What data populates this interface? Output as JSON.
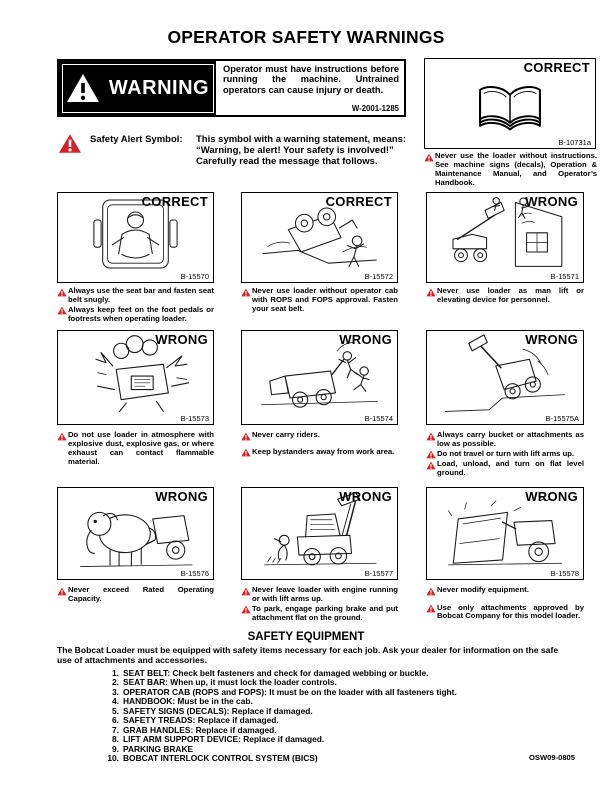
{
  "page": {
    "title": "OPERATOR SAFETY WARNINGS",
    "footer_code": "OSW09-0805"
  },
  "colors": {
    "alert_red": "#d2232a",
    "ink": "#000000"
  },
  "icons": {
    "banner_triangle": "warning-triangle-white",
    "alert_triangle": "warning-triangle-red"
  },
  "warning_banner": {
    "label": "WARNING",
    "text": "Operator must have instructions before running the machine. Untrained operators can cause injury or death.",
    "code": "W-2001-1285"
  },
  "safety_alert": {
    "label": "Safety Alert Symbol:",
    "text": "This symbol with a warning statement, means: “Warning, be alert! Your safety is involved!” Carefully read the message that follows."
  },
  "book_panel": {
    "verdict": "CORRECT",
    "code": "B-10731a",
    "warnings": [
      "Never use the loader without instructions. See machine signs (decals), Operation & Maintenance Manual, and Operator’s Handbook."
    ]
  },
  "panels": [
    {
      "verdict": "CORRECT",
      "code": "B-15570",
      "warnings": [
        "Always use the seat bar and fasten seat belt snugly.",
        "Always keep feet on the foot pedals or footrests when operating loader."
      ]
    },
    {
      "verdict": "CORRECT",
      "code": "B-15572",
      "warnings": [
        "Never use loader without operator cab with ROPS and FOPS approval. Fasten your seat belt."
      ]
    },
    {
      "verdict": "WRONG",
      "code": "B-15571",
      "warnings": [
        "Never use loader as man lift or elevating device for personnel."
      ]
    },
    {
      "verdict": "WRONG",
      "code": "B-15573",
      "warnings": [
        "Do not use loader in atmosphere with explosive dust, explosive gas, or where exhaust can contact flammable material."
      ]
    },
    {
      "verdict": "WRONG",
      "code": "B-15574",
      "warnings": [
        "Never carry riders.",
        "Keep bystanders away from work area."
      ]
    },
    {
      "verdict": "WRONG",
      "code": "B-15575A",
      "warnings": [
        "Always carry bucket or attachments as low as possible.",
        "Do not travel or turn with lift arms up.",
        "Load, unload, and turn on flat level ground."
      ]
    },
    {
      "verdict": "WRONG",
      "code": "B-15576",
      "warnings": [
        "Never exceed Rated Operating Capacity."
      ]
    },
    {
      "verdict": "WRONG",
      "code": "B-15577",
      "warnings": [
        "Never leave loader with engine running or with lift arms up.",
        "To park, engage parking brake and put attachment flat on the ground."
      ]
    },
    {
      "verdict": "WRONG",
      "code": "B-15578",
      "warnings": [
        "Never modify equipment.",
        "Use only attachments approved by Bobcat Company for this model loader."
      ]
    }
  ],
  "safety_equipment": {
    "heading": "SAFETY EQUIPMENT",
    "intro": "The Bobcat Loader must be equipped with safety items necessary for each job. Ask your dealer for information on the safe use of attachments and accessories.",
    "items": [
      {
        "num": "1.",
        "text": "SEAT BELT: Check belt fasteners and check for damaged webbing or buckle."
      },
      {
        "num": "2.",
        "text": "SEAT BAR: When up, it must lock the loader controls."
      },
      {
        "num": "3.",
        "text": "OPERATOR CAB (ROPS and FOPS): It must be on the loader with all fasteners tight."
      },
      {
        "num": "4.",
        "text": "HANDBOOK: Must be in the cab."
      },
      {
        "num": "5.",
        "text": "SAFETY SIGNS (DECALS): Replace if damaged."
      },
      {
        "num": "6.",
        "text": "SAFETY TREADS: Replace if damaged."
      },
      {
        "num": "7.",
        "text": "GRAB HANDLES: Replace if damaged."
      },
      {
        "num": "8.",
        "text": "LIFT ARM SUPPORT DEVICE: Replace if damaged."
      },
      {
        "num": "9.",
        "text": "PARKING BRAKE"
      },
      {
        "num": "10.",
        "text": "BOBCAT INTERLOCK CONTROL SYSTEM (BICS)"
      }
    ]
  }
}
